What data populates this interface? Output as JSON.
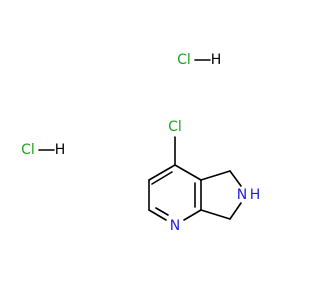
{
  "molecule": {
    "salt_fragments": [
      {
        "cl": "Cl",
        "h": "H"
      },
      {
        "cl": "Cl",
        "h": "H"
      }
    ],
    "atom_labels": {
      "chlorine": "Cl",
      "pyridine_nitrogen": "N",
      "amine_nitrogen": "N",
      "amine_hydrogen": "H"
    }
  },
  "colors": {
    "bond": "#000000",
    "chlorine": "#1fa31f",
    "nitrogen": "#2020e0",
    "background": "#ffffff"
  }
}
